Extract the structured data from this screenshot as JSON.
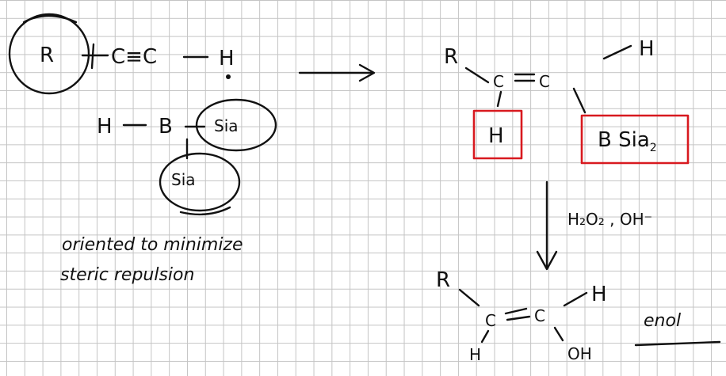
{
  "reactant": {
    "r": "R",
    "triple_bond": "C≡C",
    "h": "H",
    "borane_h": "H",
    "borane_b": "B",
    "sia_right": "Sia",
    "sia_down": "Sia",
    "note_line1": "oriented to minimize",
    "note_line2": "steric repulsion"
  },
  "intermediate": {
    "r": "R",
    "c_left": "C",
    "c_right": "C",
    "h_top": "H",
    "h_boxed": "H",
    "b_sia2": "B Sia",
    "b_sia2_sub": "2"
  },
  "reagent": {
    "text": "H₂O₂ , OH⁻"
  },
  "product": {
    "r": "R",
    "c_left": "C",
    "c_right": "C",
    "h_top": "H",
    "h_bottom": "H",
    "oh": "OH",
    "label": "enol"
  }
}
